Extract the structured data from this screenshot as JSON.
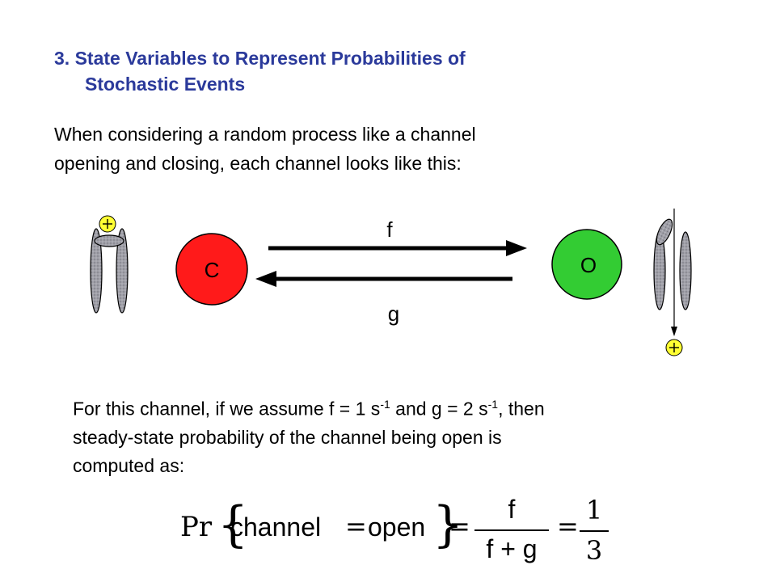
{
  "title": {
    "line1": "3. State Variables to Represent Probabilities of",
    "line2": "Stochastic Events"
  },
  "intro": {
    "line1": "When considering a random process like a channel",
    "line2": "opening and closing, each channel looks like this:"
  },
  "diagram": {
    "closed_label": "C",
    "open_label": "O",
    "forward_rate": "f",
    "backward_rate": "g",
    "plus_symbol": "+",
    "colors": {
      "closed": "#ff1a1a",
      "open": "#33cc33",
      "subunit": "#a0a0a8",
      "plus": "#ffff33"
    }
  },
  "note": {
    "line1_a": "For this channel, if we assume f = 1 s",
    "sup1": "-1",
    "line1_b": " and g = 2 s",
    "sup2": "-1",
    "line1_c": ", then",
    "line2": "steady-state probability of the channel being open is",
    "line3": "computed as:"
  },
  "formula": {
    "pr": "Pr",
    "open_brace": "{",
    "channel_word": "channel",
    "eq1": "=",
    "open_word": "open",
    "close_brace": "}",
    "eq2": "=",
    "frac1_num": "f",
    "frac1_den": "f + g",
    "eq3": "=",
    "frac2_num": "1",
    "frac2_den": "3"
  }
}
